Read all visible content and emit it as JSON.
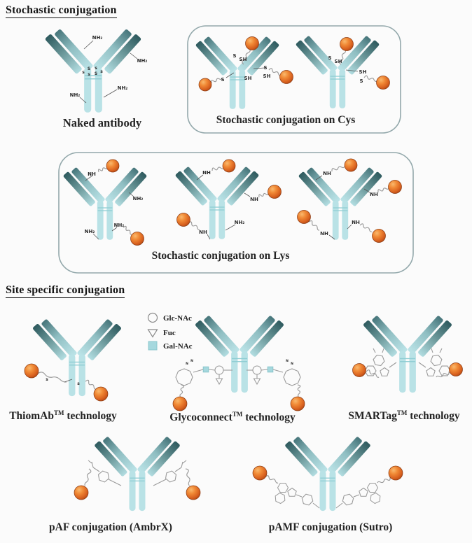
{
  "headings": {
    "stochastic": "Stochastic conjugation",
    "site_specific": "Site specific conjugation"
  },
  "captions": {
    "naked": "Naked antibody",
    "cys": "Stochastic conjugation on Cys",
    "lys": "Stochastic conjugation on Lys",
    "thiomab": {
      "name": "ThiomAb",
      "tm": "TM",
      "rest": " technology"
    },
    "glycoconnect": {
      "name": "Glycoconnect",
      "tm": "TM",
      "rest": " technology"
    },
    "smartag": {
      "name": "SMARTag",
      "tm": "TM",
      "rest": " technology"
    },
    "paf": "pAF conjugation (AmbrX)",
    "pamf": "pAMF conjugation (Sutro)"
  },
  "chem": {
    "nh2": "NH₂",
    "nh": "NH",
    "s": "S",
    "sh": "SH",
    "s_lower": "s",
    "n": "N"
  },
  "legend": {
    "items": [
      {
        "shape": "circle",
        "label": "Glc-NAc"
      },
      {
        "shape": "triangle-down",
        "label": "Fuc"
      },
      {
        "shape": "square",
        "label": "Gal-NAc"
      }
    ]
  },
  "colors": {
    "payload_orange": "#ee7d2e",
    "antibody_light": "#b9e2e6",
    "antibody_dark": "#2e5a5e",
    "box_border": "#93a8ab",
    "legend_square_fill": "#a5d8de",
    "background": "#fbfbfb"
  }
}
